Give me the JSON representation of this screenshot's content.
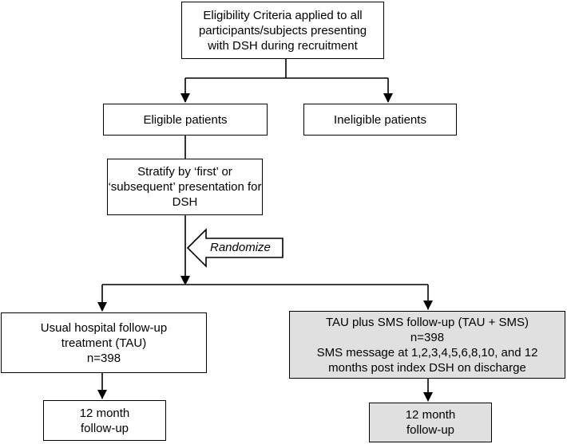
{
  "diagram": {
    "eligibility": {
      "lines": [
        "Eligibility Criteria applied to all",
        "participants/subjects presenting",
        "with DSH during recruitment"
      ]
    },
    "eligible": {
      "label": "Eligible patients"
    },
    "ineligible": {
      "label": "Ineligible patients"
    },
    "stratify": {
      "lines": [
        "Stratify by ‘first’ or",
        "‘subsequent’ presentation for",
        "DSH"
      ]
    },
    "randomize": {
      "label": "Randomize"
    },
    "tau": {
      "lines": [
        "Usual hospital follow-up",
        "treatment (TAU)",
        "n=398"
      ]
    },
    "sms": {
      "lines": [
        "TAU plus SMS follow-up (TAU + SMS)",
        "n=398",
        "SMS message at 1,2,3,4,5,6,8,10, and 12",
        "months post index DSH on discharge"
      ]
    },
    "followup_left": {
      "lines": [
        "12 month",
        "follow-up"
      ]
    },
    "followup_right": {
      "lines": [
        "12 month",
        "follow-up"
      ]
    },
    "colors": {
      "stroke": "#000000",
      "box_fill": "#ffffff",
      "shaded_fill": "#e0e0e0"
    }
  }
}
